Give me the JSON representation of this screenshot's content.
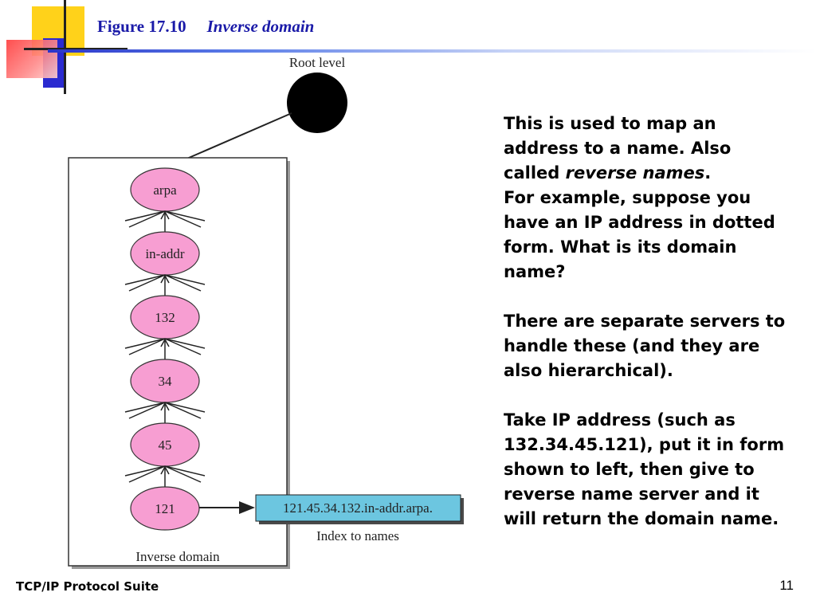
{
  "title": {
    "figure_number": "Figure 17.10",
    "figure_title": "Inverse domain"
  },
  "diagram": {
    "root_label": "Root level",
    "nodes": [
      "arpa",
      "in-addr",
      "132",
      "34",
      "45",
      "121"
    ],
    "index_box": "121.45.34.132.in-addr.arpa.",
    "index_label": "Index to names",
    "box_label": "Inverse domain",
    "colors": {
      "node_fill": "#f79ed2",
      "index_fill": "#6cc6e0",
      "root_fill": "#000000"
    }
  },
  "body": {
    "p1_a": "This is used to map an address to a name.  Also called ",
    "p1_em": "reverse names",
    "p1_b": ".",
    "p2": "For example, suppose you have an IP address in dotted form.  What is its domain name?",
    "p3": "There are separate servers to handle these (and they are also hierarchical).",
    "p4": "Take IP address (such as 132.34.45.121), put it in form shown to left, then give to reverse name server and it will return the domain name."
  },
  "footer": {
    "left": "TCP/IP Protocol Suite",
    "page": "11"
  }
}
